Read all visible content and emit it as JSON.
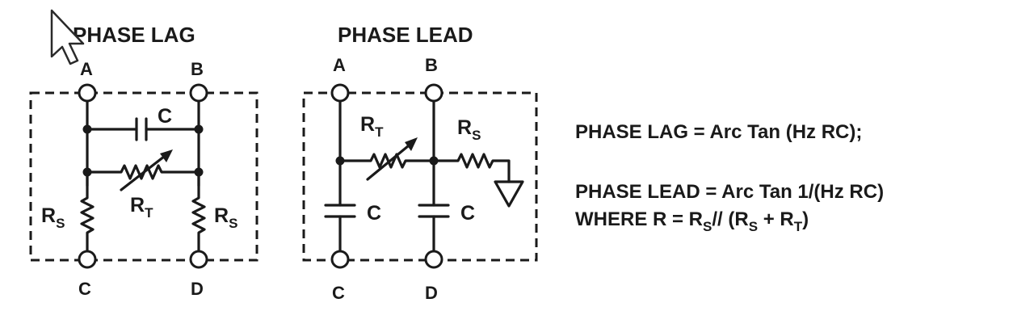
{
  "lag": {
    "title": "PHASE LAG",
    "terminals": {
      "a": "A",
      "b": "B",
      "c": "C",
      "d": "D"
    },
    "cap": "C",
    "rt": {
      "main": "R",
      "sub": "T"
    },
    "rs_left": {
      "main": "R",
      "sub": "S"
    },
    "rs_right": {
      "main": "R",
      "sub": "S"
    }
  },
  "lead": {
    "title": "PHASE LEAD",
    "terminals": {
      "a": "A",
      "b": "B",
      "c": "C",
      "d": "D"
    },
    "rt": {
      "main": "R",
      "sub": "T"
    },
    "rs": {
      "main": "R",
      "sub": "S"
    },
    "cap_left": "C",
    "cap_right": "C"
  },
  "equations": {
    "lag": "PHASE LAG = Arc Tan (Hz RC);",
    "lead": "PHASE LEAD = Arc Tan 1/(Hz RC)",
    "where_prefix": "WHERE R = R",
    "where_s1": "S",
    "where_mid": "// (R",
    "where_s2": "S",
    "where_plus": " + R",
    "where_t": "T",
    "where_close": ")"
  },
  "colors": {
    "ink": "#1a1a1a",
    "background": "#ffffff"
  }
}
